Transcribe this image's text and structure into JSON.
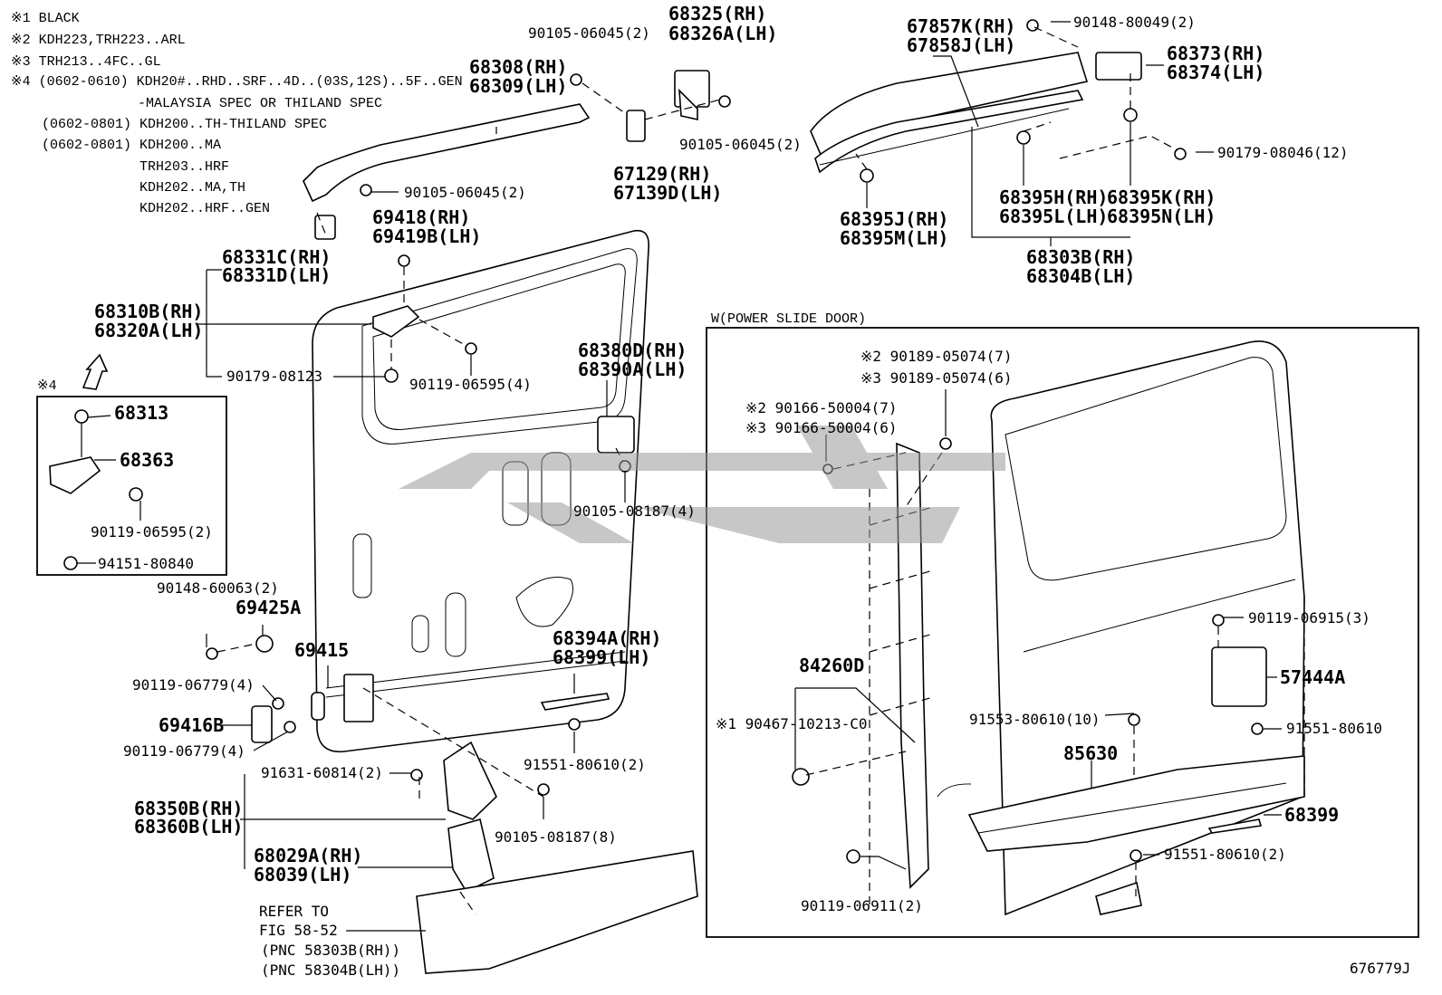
{
  "notes": [
    "※1 BLACK",
    "※2 KDH223,TRH223..ARL",
    "※3 TRH213..4FC..GL",
    "※4 (0602-0610) KDH20#..RHD..SRF..4D..(03S,12S)..5F..GEN",
    "-MALAYSIA SPEC OR THILAND SPEC",
    "(0602-0801) KDH200..TH-THILAND SPEC",
    "(0602-0801) KDH200..MA",
    "TRH203..HRF",
    "KDH202..MA,TH",
    "KDH202..HRF..GEN"
  ],
  "labels": {
    "p90105_06045_top": "90105-06045(2)",
    "p68325": "68325(RH)",
    "p68326A": "68326A(LH)",
    "p68308": "68308(RH)",
    "p68309": "68309(LH)",
    "p90105_06045_mid": "90105-06045(2)",
    "p67129": "67129(RH)",
    "p67139D": "67139D(LH)",
    "p90105_06045_left": "90105-06045(2)",
    "p69418": "69418(RH)",
    "p69419B": "69419B(LH)",
    "p68331C": "68331C(RH)",
    "p68331D": "68331D(LH)",
    "p68310B": "68310B(RH)",
    "p68320A": "68320A(LH)",
    "p90179_08123": "90179-08123",
    "p90119_06595_4": "90119-06595(4)",
    "note4": "※4",
    "p68313": "68313",
    "p68363": "68363",
    "p90119_06595_2": "90119-06595(2)",
    "p94151": "94151-80840",
    "p90148_60063": "90148-60063(2)",
    "p69425A": "69425A",
    "p69415": "69415",
    "p90119_06779_a": "90119-06779(4)",
    "p69416B": "69416B",
    "p90119_06779_b": "90119-06779(4)",
    "p68380D": "68380D(RH)",
    "p68390A": "68390A(LH)",
    "p90105_08187_4": "90105-08187(4)",
    "p68394A": "68394A(RH)",
    "p68399LH": "68399(LH)",
    "p91551_80610_2a": "91551-80610(2)",
    "p91631": "91631-60814(2)",
    "p90105_08187_8": "90105-08187(8)",
    "p68350B": "68350B(RH)",
    "p68360B": "68360B(LH)",
    "p68029A": "68029A(RH)",
    "p68039": "68039(LH)",
    "refer1": "REFER TO",
    "refer2": "FIG 58-52",
    "refer3": "(PNC 58303B(RH))",
    "refer4": "(PNC 58304B(LH))",
    "p67857K": "67857K(RH)",
    "p67858J": "67858J(LH)",
    "p90148_80049": "90148-80049(2)",
    "p68373": "68373(RH)",
    "p68374": "68374(LH)",
    "p90179_08046": "90179-08046(12)",
    "p68395H": "68395H(RH)",
    "p68395L": "68395L(LH)",
    "p68395K": "68395K(RH)",
    "p68395N": "68395N(LH)",
    "p68395J": "68395J(RH)",
    "p68395M": "68395M(LH)",
    "p68303B": "68303B(RH)",
    "p68304B": "68304B(LH)",
    "wtitle": "W(POWER SLIDE DOOR)",
    "w_90189_7": "※2 90189-05074(7)",
    "w_90189_6": "※3 90189-05074(6)",
    "w_90166_7": "※2 90166-50004(7)",
    "w_90166_6": "※3 90166-50004(6)",
    "w_84260D": "84260D",
    "w_90467": "※1 90467-10213-C0",
    "w_90119_06911": "90119-06911(2)",
    "w_90119_06915": "90119-06915(3)",
    "w_57444A": "57444A",
    "w_91553": "91553-80610(10)",
    "w_91551_80610": "91551-80610",
    "w_85630": "85630",
    "w_68399": "68399",
    "w_91551_80610_2": "91551-80610(2)",
    "figno": "676779J"
  }
}
